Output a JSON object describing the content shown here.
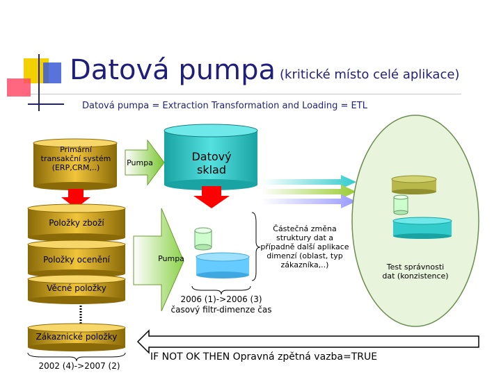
{
  "title": "Datová pumpa",
  "title_note": "(kritické místo celé aplikace)",
  "subtitle": "Datová pumpa = Extraction Transformation and Loading = ETL",
  "source_system": [
    "Primární",
    "transakční systém",
    "(ERP,CRM,..)"
  ],
  "pump_top_label": "Pumpa",
  "pump_bottom_label": "Pumpa",
  "warehouse_label": [
    "Datový",
    "sklad"
  ],
  "layers": {
    "goods": "Položky zboží",
    "pricing": "Položky ocenění",
    "subject": "Věcné položky",
    "customer": "Zákaznické položky"
  },
  "change_note": [
    "Částečná změna",
    "struktury dat a",
    "případně další aplikace",
    "dimenzí (oblast, typ",
    "zákazníka,..)"
  ],
  "time_filter": [
    "2006 (1)->2006 (3)",
    "časový filtr-dimenze čas"
  ],
  "year_shift": "2002 (4)->2007 (2)",
  "consistency_test": [
    "Test správnosti",
    "dat (konzistence)"
  ],
  "feedback_rule": "IF NOT OK THEN Opravná zpětná vazba=TRUE",
  "colors": {
    "title": "#1f1f7a",
    "cylinder_teal": "#33cccc",
    "layer_gold": "#d4a017",
    "pump_green": "#8fcf3f",
    "oval_green": "#e8f4dc",
    "cylinder_olive": "#b7b74a",
    "cylinder_mint": "#ccffcc",
    "cylinder_blue": "#66ccff",
    "arrow_red": "#ff0000"
  }
}
